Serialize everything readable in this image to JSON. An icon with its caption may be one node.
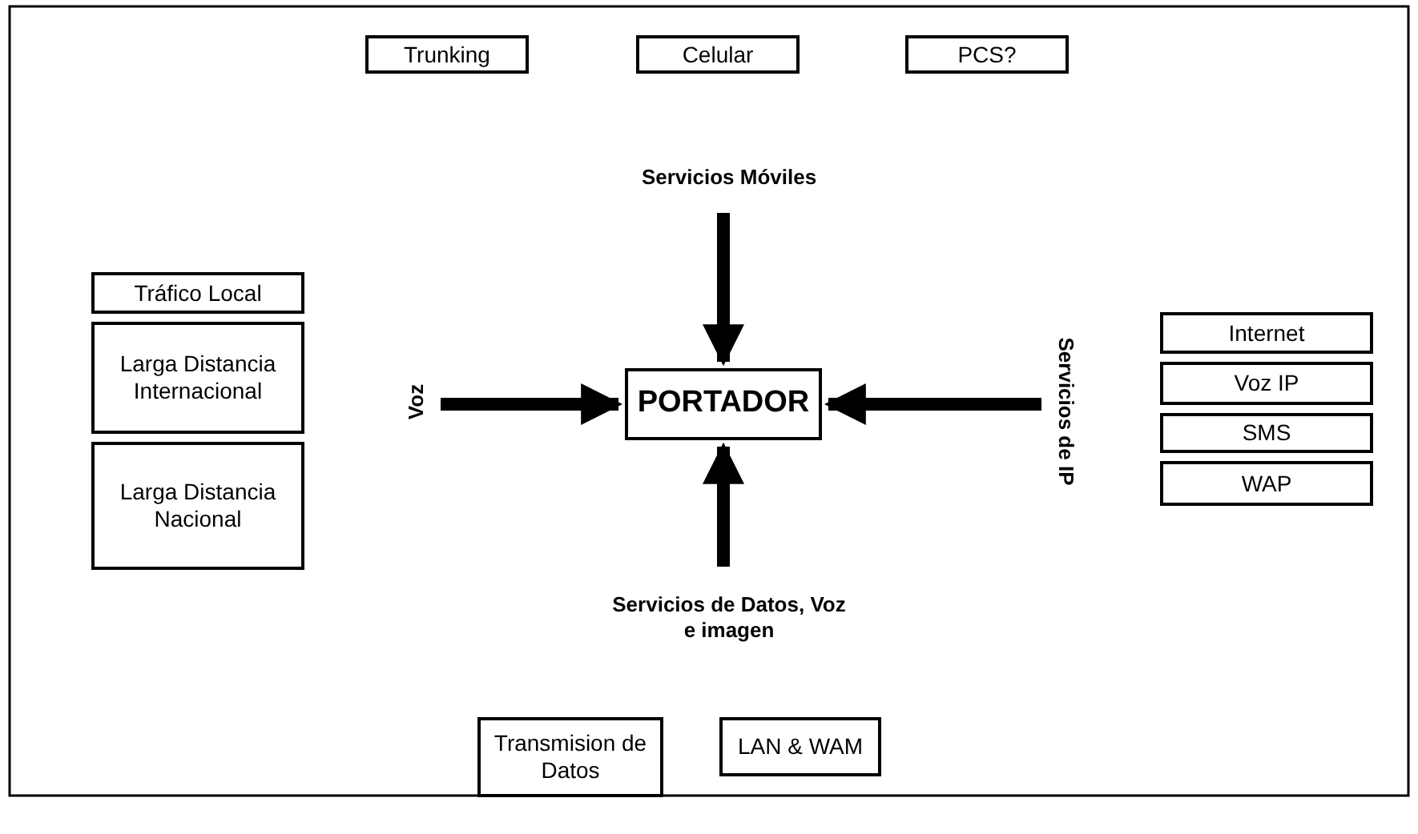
{
  "diagram": {
    "nodes": [
      {
        "text": [
          "Trunking"
        ]
      },
      {
        "text": [
          "Celular"
        ]
      },
      {
        "text": [
          "PCS?"
        ]
      },
      {
        "text": [
          "Servicios Móviles"
        ]
      },
      {
        "text": [
          "Tráfico Local"
        ]
      },
      {
        "text": [
          "Larga Distancia Internacional"
        ]
      },
      {
        "text": [
          "Larga Distancia Nacional"
        ]
      },
      {
        "text": [
          "Voz"
        ]
      },
      {
        "text": [
          "PORTADOR"
        ]
      },
      {
        "text": [
          "Servicios de IP"
        ]
      },
      {
        "text": [
          "Internet"
        ]
      },
      {
        "text": [
          "Voz IP"
        ]
      },
      {
        "text": [
          "SMS"
        ]
      },
      {
        "text": [
          "WAP"
        ]
      },
      {
        "text": [
          "Servicios de Datos, Voz e imagen"
        ]
      },
      {
        "text": [
          "Transmision de Datos"
        ]
      },
      {
        "text": [
          "LAN & WAM"
        ]
      }
    ],
    "edges": [
      {
        "from": 3,
        "to": 8,
        "arrow": "to"
      },
      {
        "from": 7,
        "to": 8,
        "arrow": "to"
      },
      {
        "from": 9,
        "to": 8,
        "arrow": "to"
      },
      {
        "from": 14,
        "to": 8,
        "arrow": "to"
      }
    ]
  }
}
